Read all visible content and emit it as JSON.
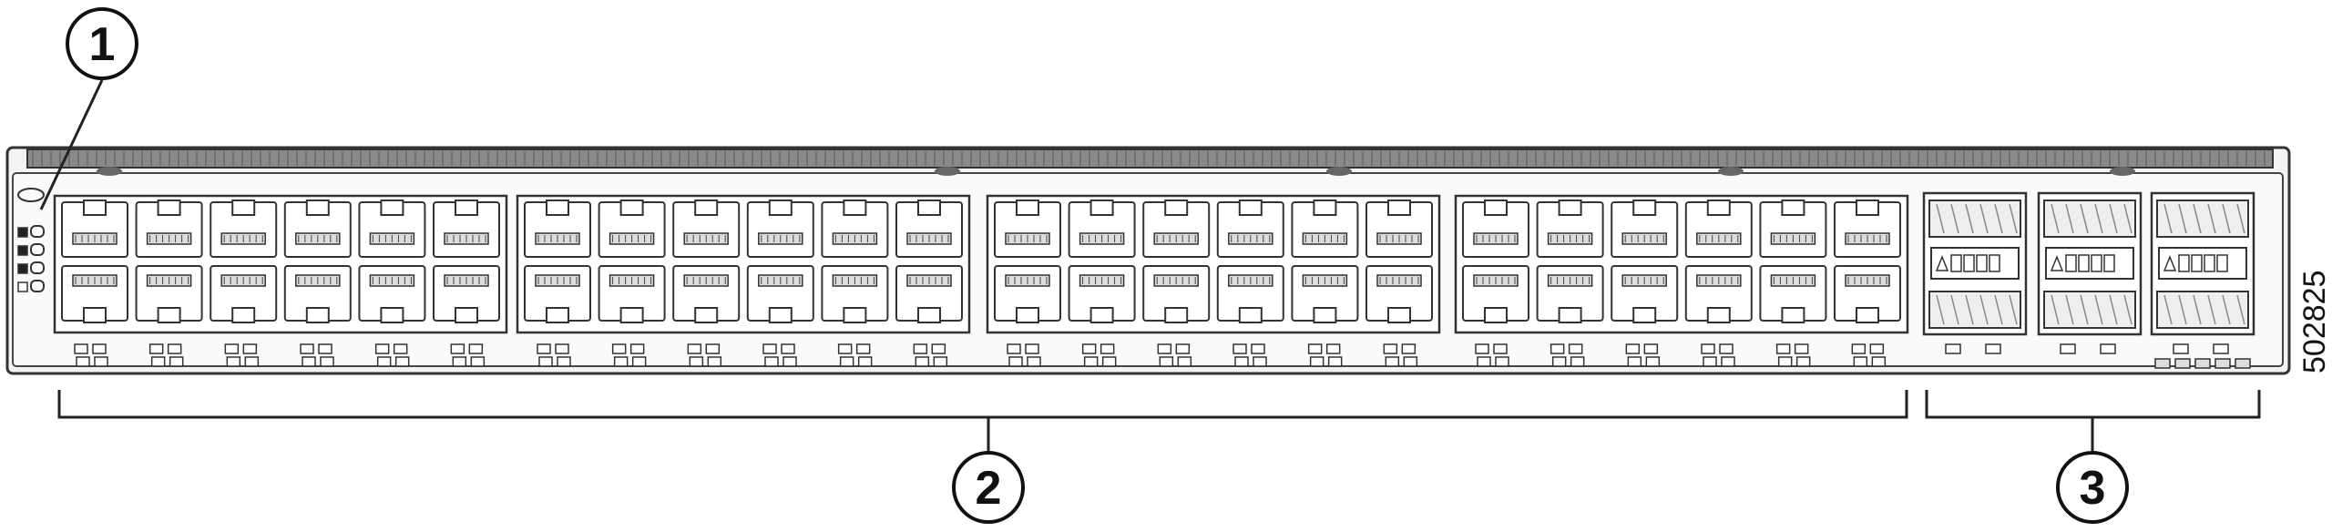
{
  "figure": {
    "id": "502825"
  },
  "callouts": [
    {
      "label": "1",
      "target": "system-leds"
    },
    {
      "label": "2",
      "target": "rj45-ports"
    },
    {
      "label": "3",
      "target": "sfp-uplink-ports"
    }
  ],
  "chassis": {
    "port_groups": 4,
    "ports_per_group": 12,
    "rows_per_group": 2,
    "uplink_modules": 3,
    "status_leds": 4
  },
  "colors": {
    "line": "#333333",
    "chassis_fill": "#f3f3f3",
    "vent_fill": "#8a8a8a",
    "port_fill": "#ffffff"
  }
}
